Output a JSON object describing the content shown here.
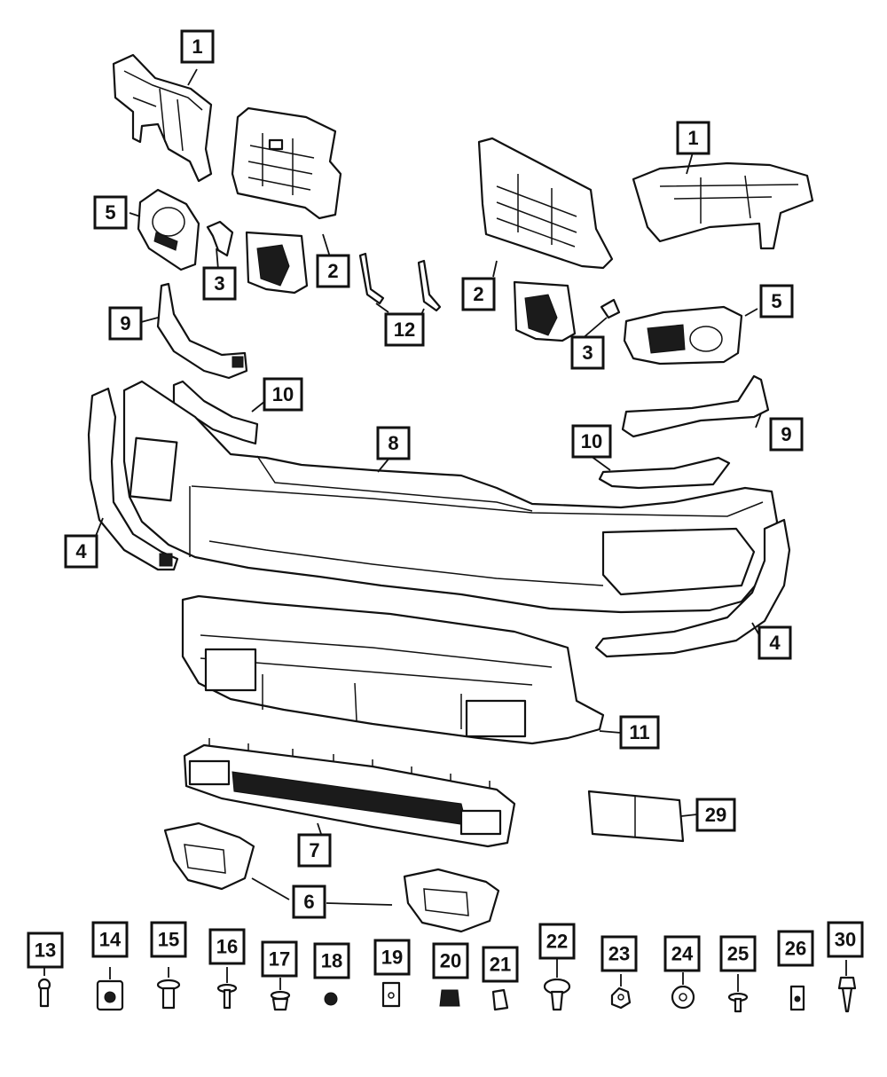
{
  "callouts": [
    {
      "id": "c1a",
      "label": "1"
    },
    {
      "id": "c1b",
      "label": "1"
    },
    {
      "id": "c2a",
      "label": "2"
    },
    {
      "id": "c2b",
      "label": "2"
    },
    {
      "id": "c3a",
      "label": "3"
    },
    {
      "id": "c3b",
      "label": "3"
    },
    {
      "id": "c4a",
      "label": "4"
    },
    {
      "id": "c4b",
      "label": "4"
    },
    {
      "id": "c5a",
      "label": "5"
    },
    {
      "id": "c5b",
      "label": "5"
    },
    {
      "id": "c6",
      "label": "6"
    },
    {
      "id": "c7",
      "label": "7"
    },
    {
      "id": "c8",
      "label": "8"
    },
    {
      "id": "c9a",
      "label": "9"
    },
    {
      "id": "c9b",
      "label": "9"
    },
    {
      "id": "c10a",
      "label": "10"
    },
    {
      "id": "c10b",
      "label": "10"
    },
    {
      "id": "c11",
      "label": "11"
    },
    {
      "id": "c12",
      "label": "12"
    },
    {
      "id": "c29",
      "label": "29"
    },
    {
      "id": "c13",
      "label": "13"
    },
    {
      "id": "c14",
      "label": "14"
    },
    {
      "id": "c15",
      "label": "15"
    },
    {
      "id": "c16",
      "label": "16"
    },
    {
      "id": "c17",
      "label": "17"
    },
    {
      "id": "c18",
      "label": "18"
    },
    {
      "id": "c19",
      "label": "19"
    },
    {
      "id": "c20",
      "label": "20"
    },
    {
      "id": "c21",
      "label": "21"
    },
    {
      "id": "c22",
      "label": "22"
    },
    {
      "id": "c23",
      "label": "23"
    },
    {
      "id": "c24",
      "label": "24"
    },
    {
      "id": "c25",
      "label": "25"
    },
    {
      "id": "c26",
      "label": "26"
    },
    {
      "id": "c30",
      "label": "30"
    }
  ]
}
